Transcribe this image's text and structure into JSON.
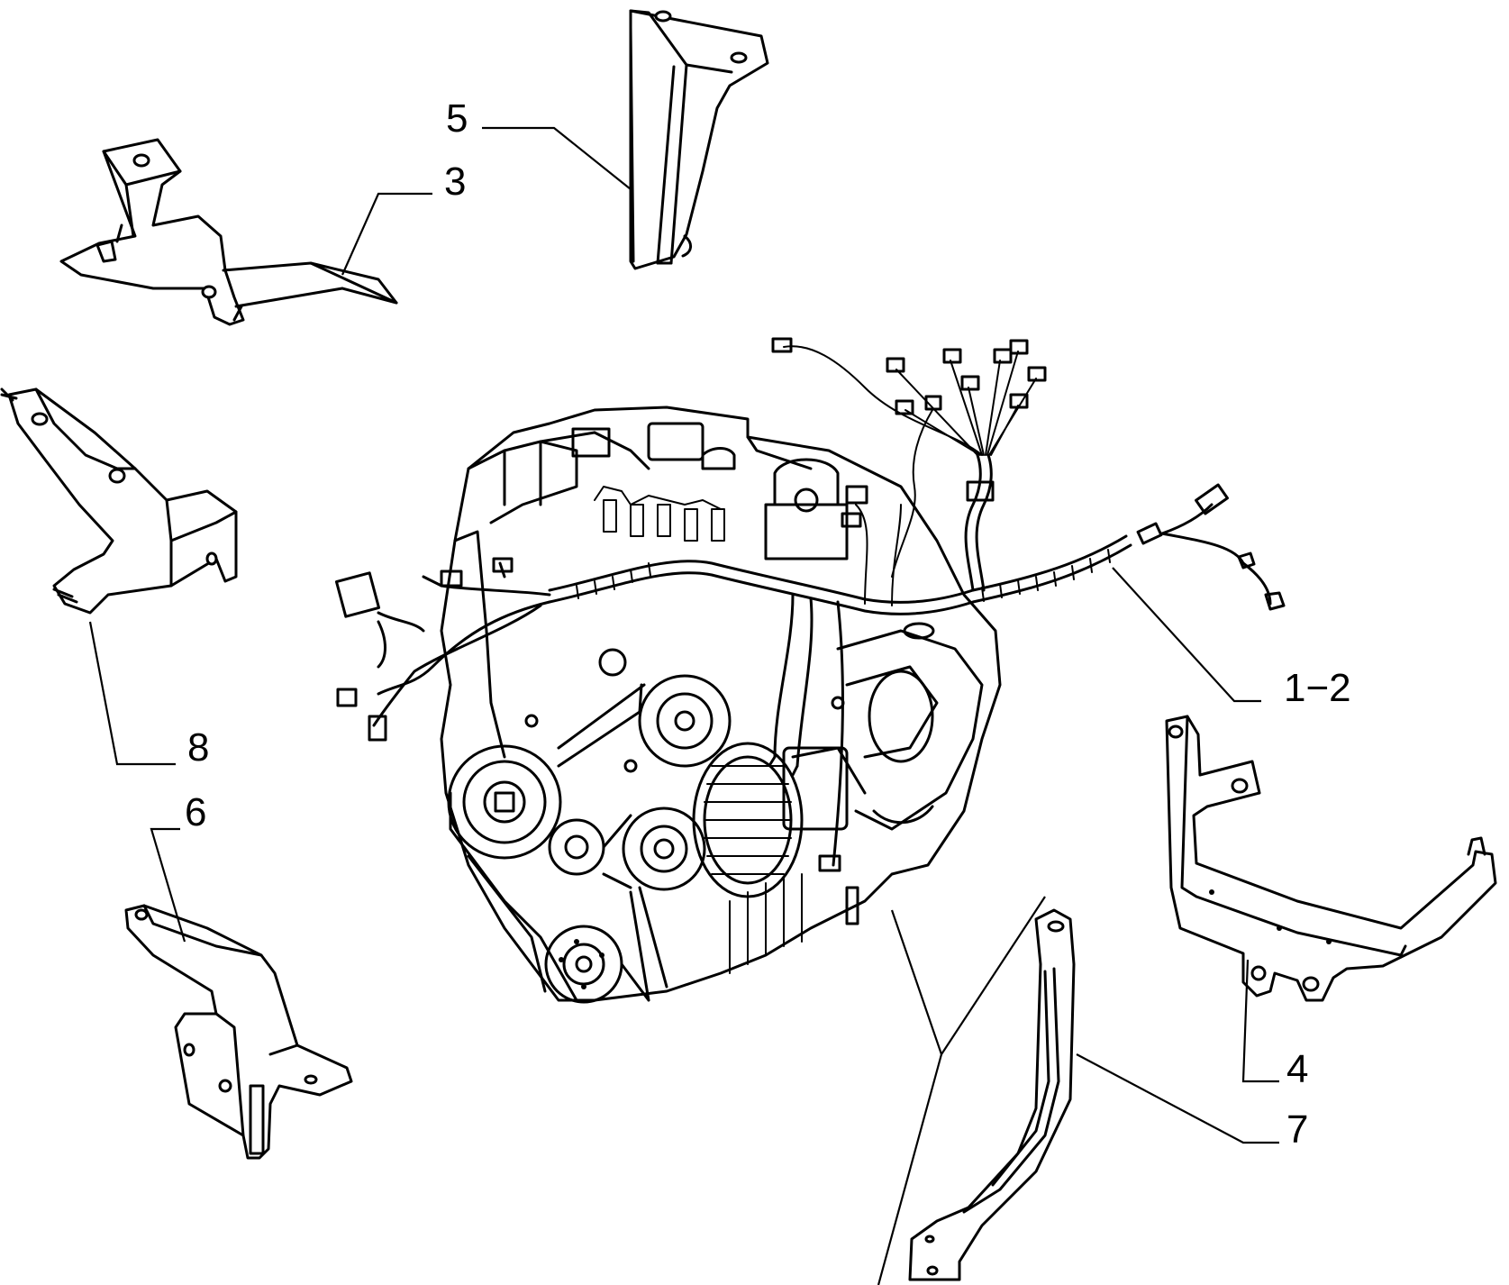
{
  "diagram": {
    "callouts": [
      {
        "id": "5",
        "label": "5"
      },
      {
        "id": "3",
        "label": "3"
      },
      {
        "id": "1-2",
        "label": "1−2"
      },
      {
        "id": "8",
        "label": "8"
      },
      {
        "id": "6",
        "label": "6"
      },
      {
        "id": "4",
        "label": "4"
      },
      {
        "id": "7",
        "label": "7"
      }
    ]
  }
}
